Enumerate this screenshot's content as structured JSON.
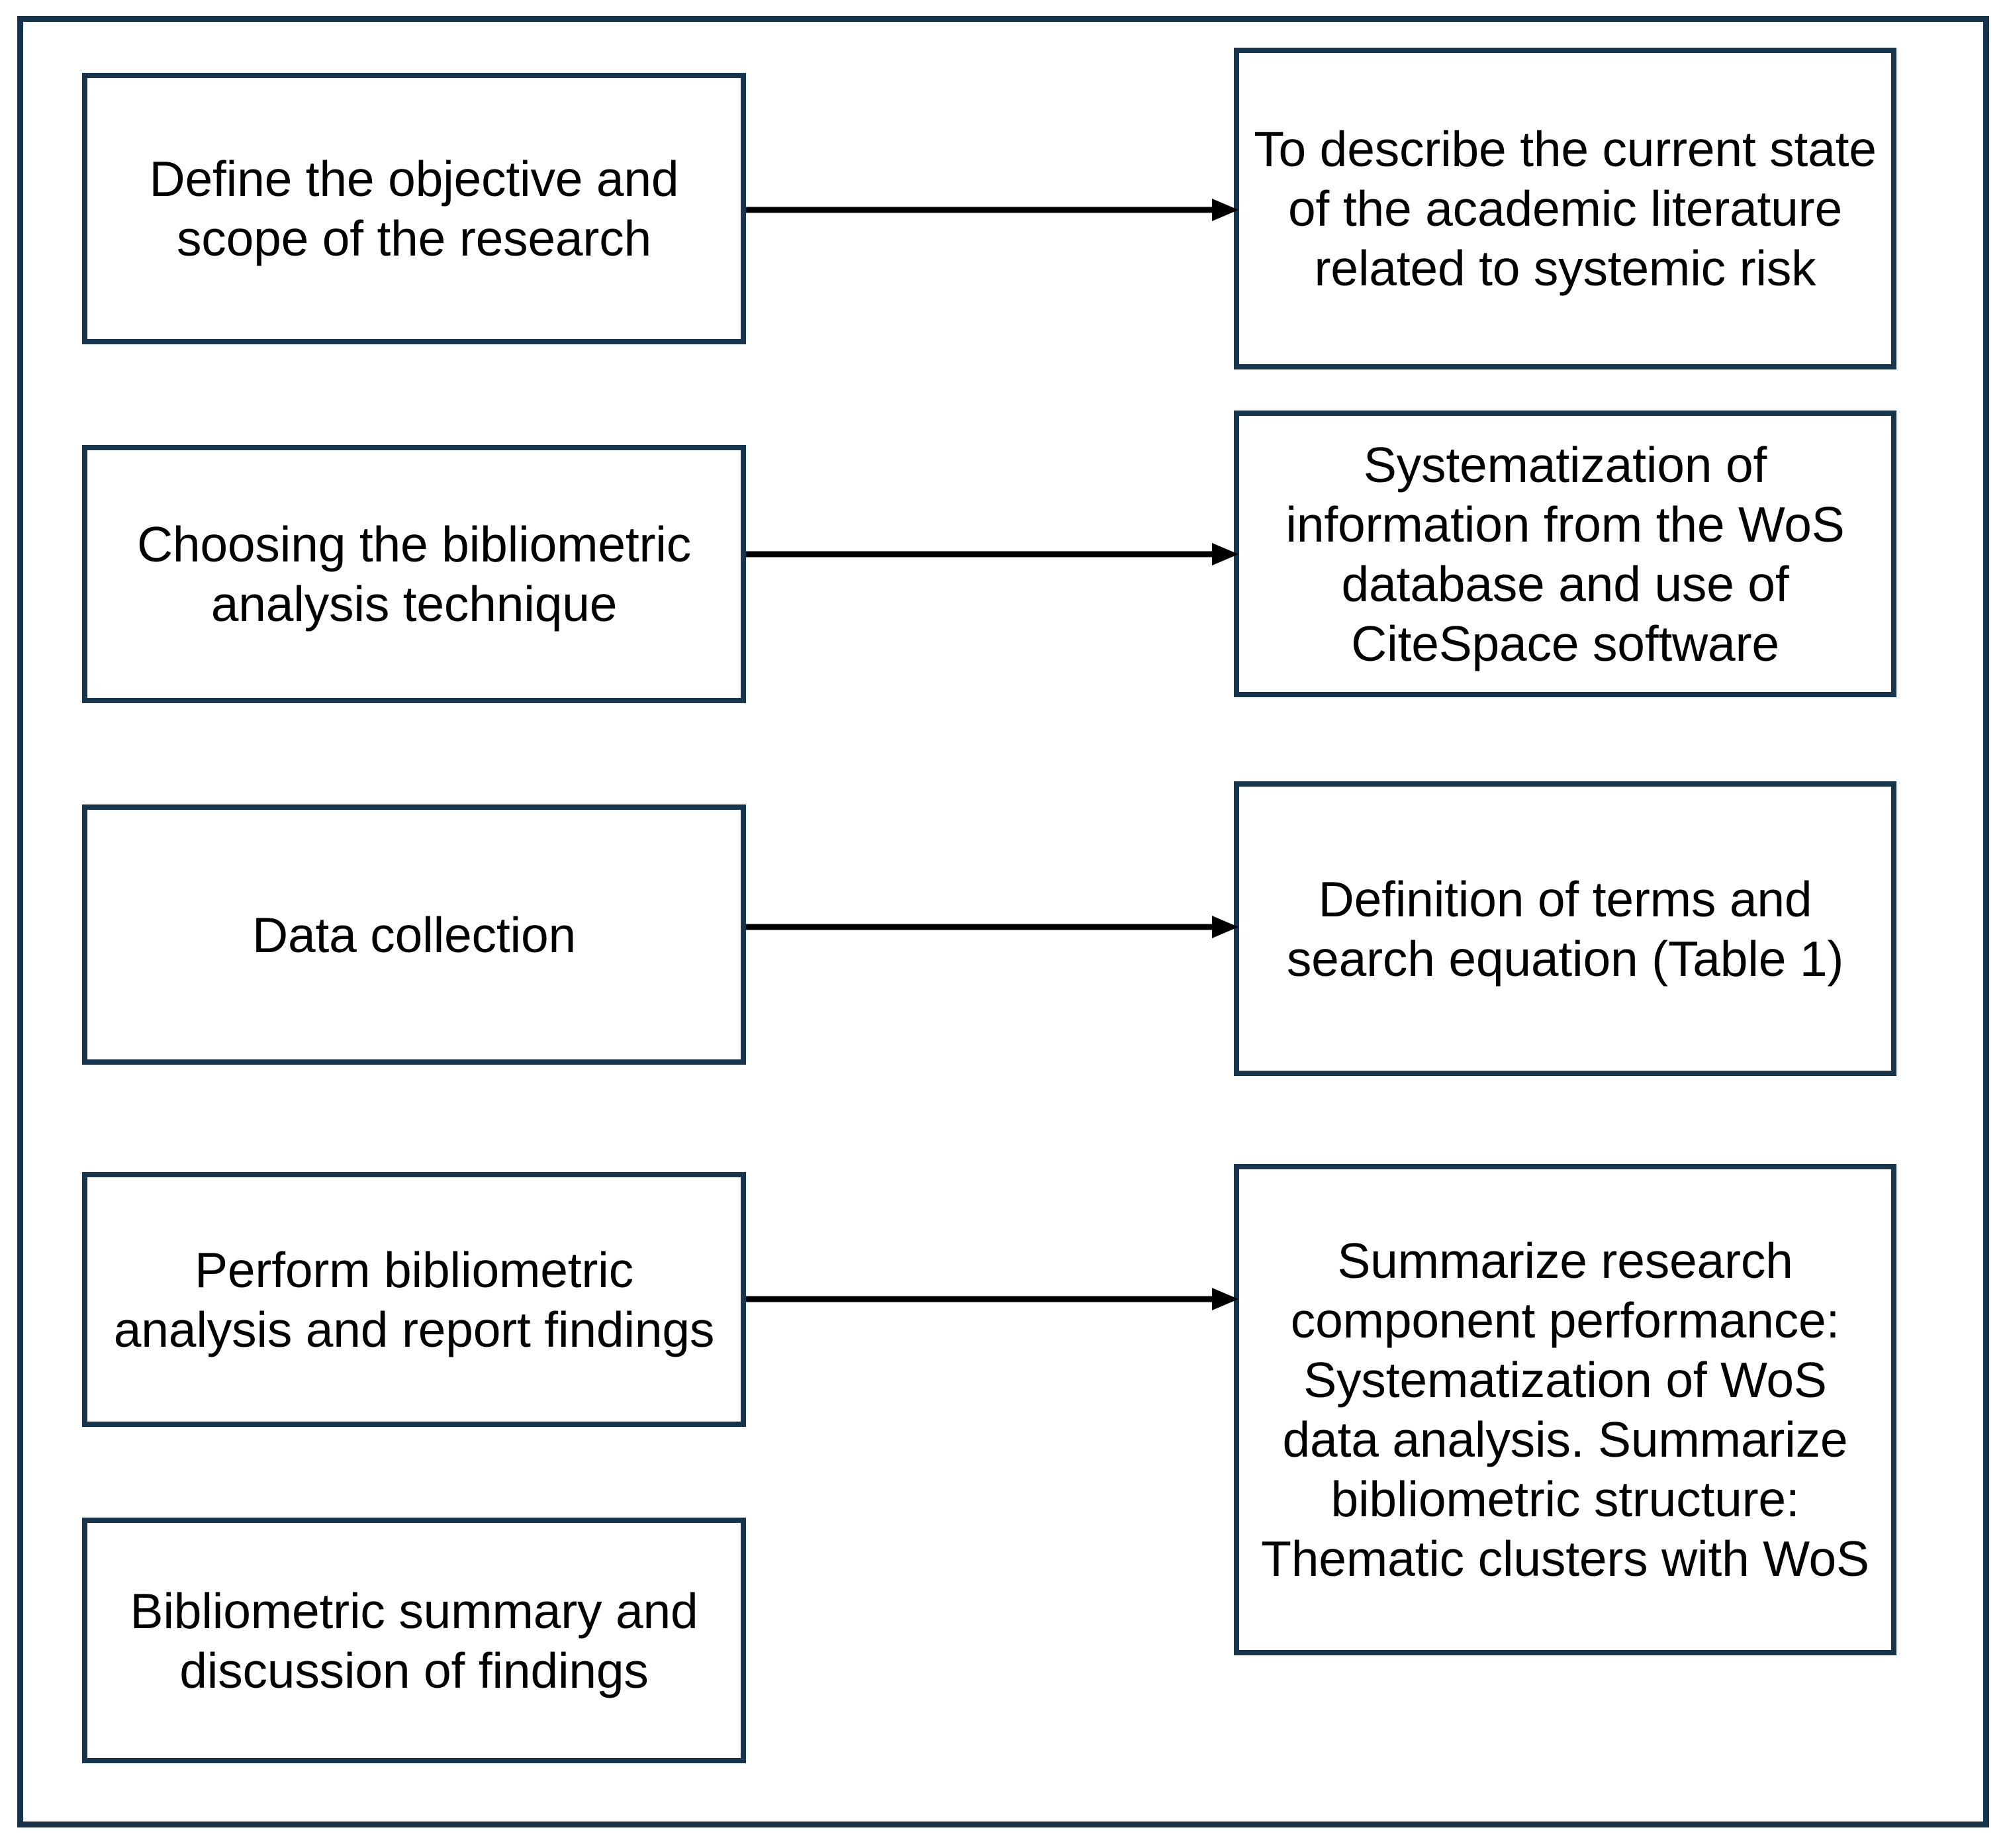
{
  "diagram": {
    "title": "Bibliometric research methodology flowchart",
    "frame_color": "#173349",
    "box_border_color": "#17364d",
    "arrow_color": "#000000",
    "background_color": "#ffffff",
    "steps": [
      {
        "id": "step-1",
        "left_label": "Define the objective and scope of the research",
        "right_label": "To describe the current state of the academic literature related to systemic risk",
        "arrow": "right-arrow-icon"
      },
      {
        "id": "step-2",
        "left_label": "Choosing the bibliometric analysis technique",
        "right_label": "Systematization of information from the WoS database and use of CiteSpace software",
        "arrow": "right-arrow-icon"
      },
      {
        "id": "step-3",
        "left_label": "Data collection",
        "right_label": "Definition of terms and search equation (Table 1)",
        "arrow": "right-arrow-icon"
      },
      {
        "id": "step-4",
        "left_label": "Perform bibliometric analysis and report findings",
        "right_label": "Summarize research component performance: Systematization of WoS data analysis. Summarize bibliometric structure: Thematic clusters with WoS",
        "arrow": "right-arrow-icon"
      },
      {
        "id": "step-5",
        "left_label": "Bibliometric summary and discussion of findings",
        "right_label": null,
        "arrow": null
      }
    ]
  }
}
